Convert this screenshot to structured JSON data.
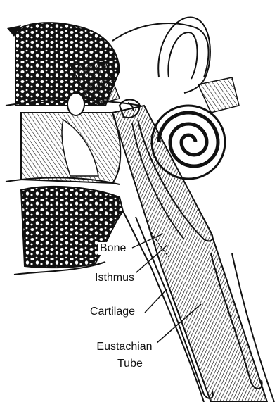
{
  "labels": {
    "bone": "Bone",
    "isthmus": "Isthmus",
    "cartilage": "Cartilage",
    "eustachian": "Eustachian",
    "tube": "Tube"
  },
  "colors": {
    "ink": "#111111",
    "paper": "#ffffff"
  }
}
